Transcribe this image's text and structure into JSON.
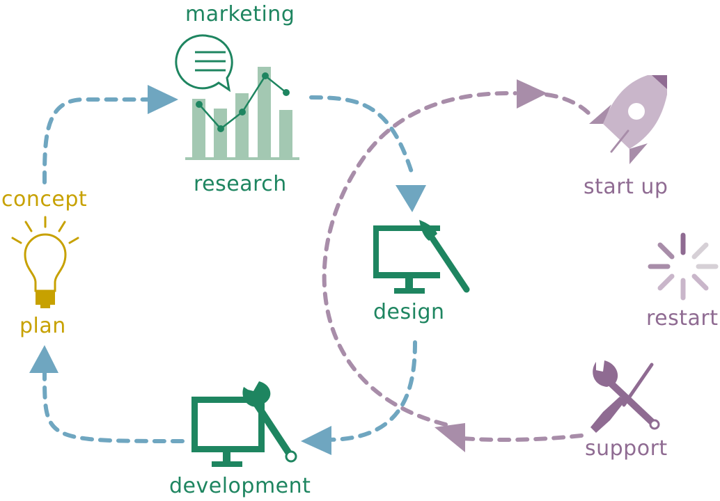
{
  "labels": {
    "marketing": "marketing",
    "research": "research",
    "concept": "concept",
    "plan": "plan",
    "design": "design",
    "development": "development",
    "start_up": "start up",
    "restart": "restart",
    "support": "support"
  },
  "colors": {
    "green": "#1e8560",
    "light_green": "#a3c8b2",
    "yellow": "#c7a100",
    "blue": "#6fa6c0",
    "purple": "#8f6b92",
    "light_purple": "#a88da9",
    "pale_purple": "#c9b6ca",
    "grey": "#d6d0d6"
  },
  "icons": {
    "marketing": "speech-bubble-icon",
    "research": "bar-chart-icon",
    "concept": "lightbulb-icon",
    "design": "monitor-brush-icon",
    "development": "monitor-wrench-icon",
    "start_up": "rocket-icon",
    "restart": "loading-spinner-icon",
    "support": "screwdriver-wrench-icon"
  }
}
